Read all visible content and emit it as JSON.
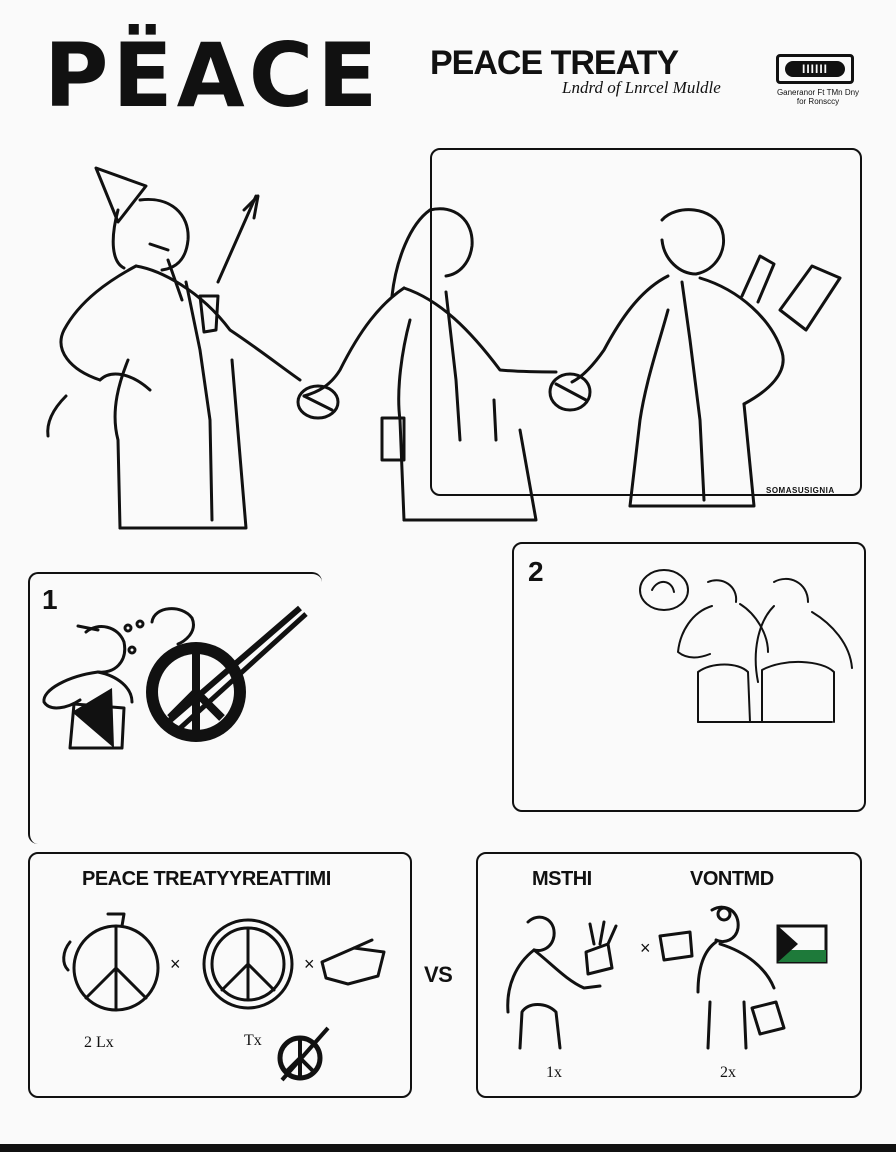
{
  "header": {
    "title": "PËACE",
    "subtitle": "PEACE TREATY",
    "caption": "Lndrd of Lnrcel Muldle",
    "logo_text": "IIIIII",
    "logo_caption": "Ganeranor Ft TMn Dny for Ronsccy"
  },
  "hero": {
    "stamp": "SOMASUSIGNIA"
  },
  "steps": [
    {
      "number": "1"
    },
    {
      "number": "2"
    }
  ],
  "bottom_left": {
    "heading": "PEACE TREATYYREATTIMI",
    "mult1": "×",
    "mult2": "×",
    "count_left": "2 Lx",
    "count_mid": "Tx",
    "vs": "VS"
  },
  "bottom_right": {
    "heading_left": "MSTHI",
    "heading_right": "VONTMD",
    "mult": "×",
    "count_left": "1x",
    "count_right": "2x"
  },
  "colors": {
    "ink": "#111111",
    "paper": "#fafafa",
    "flag_green": "#1e7a3a"
  }
}
